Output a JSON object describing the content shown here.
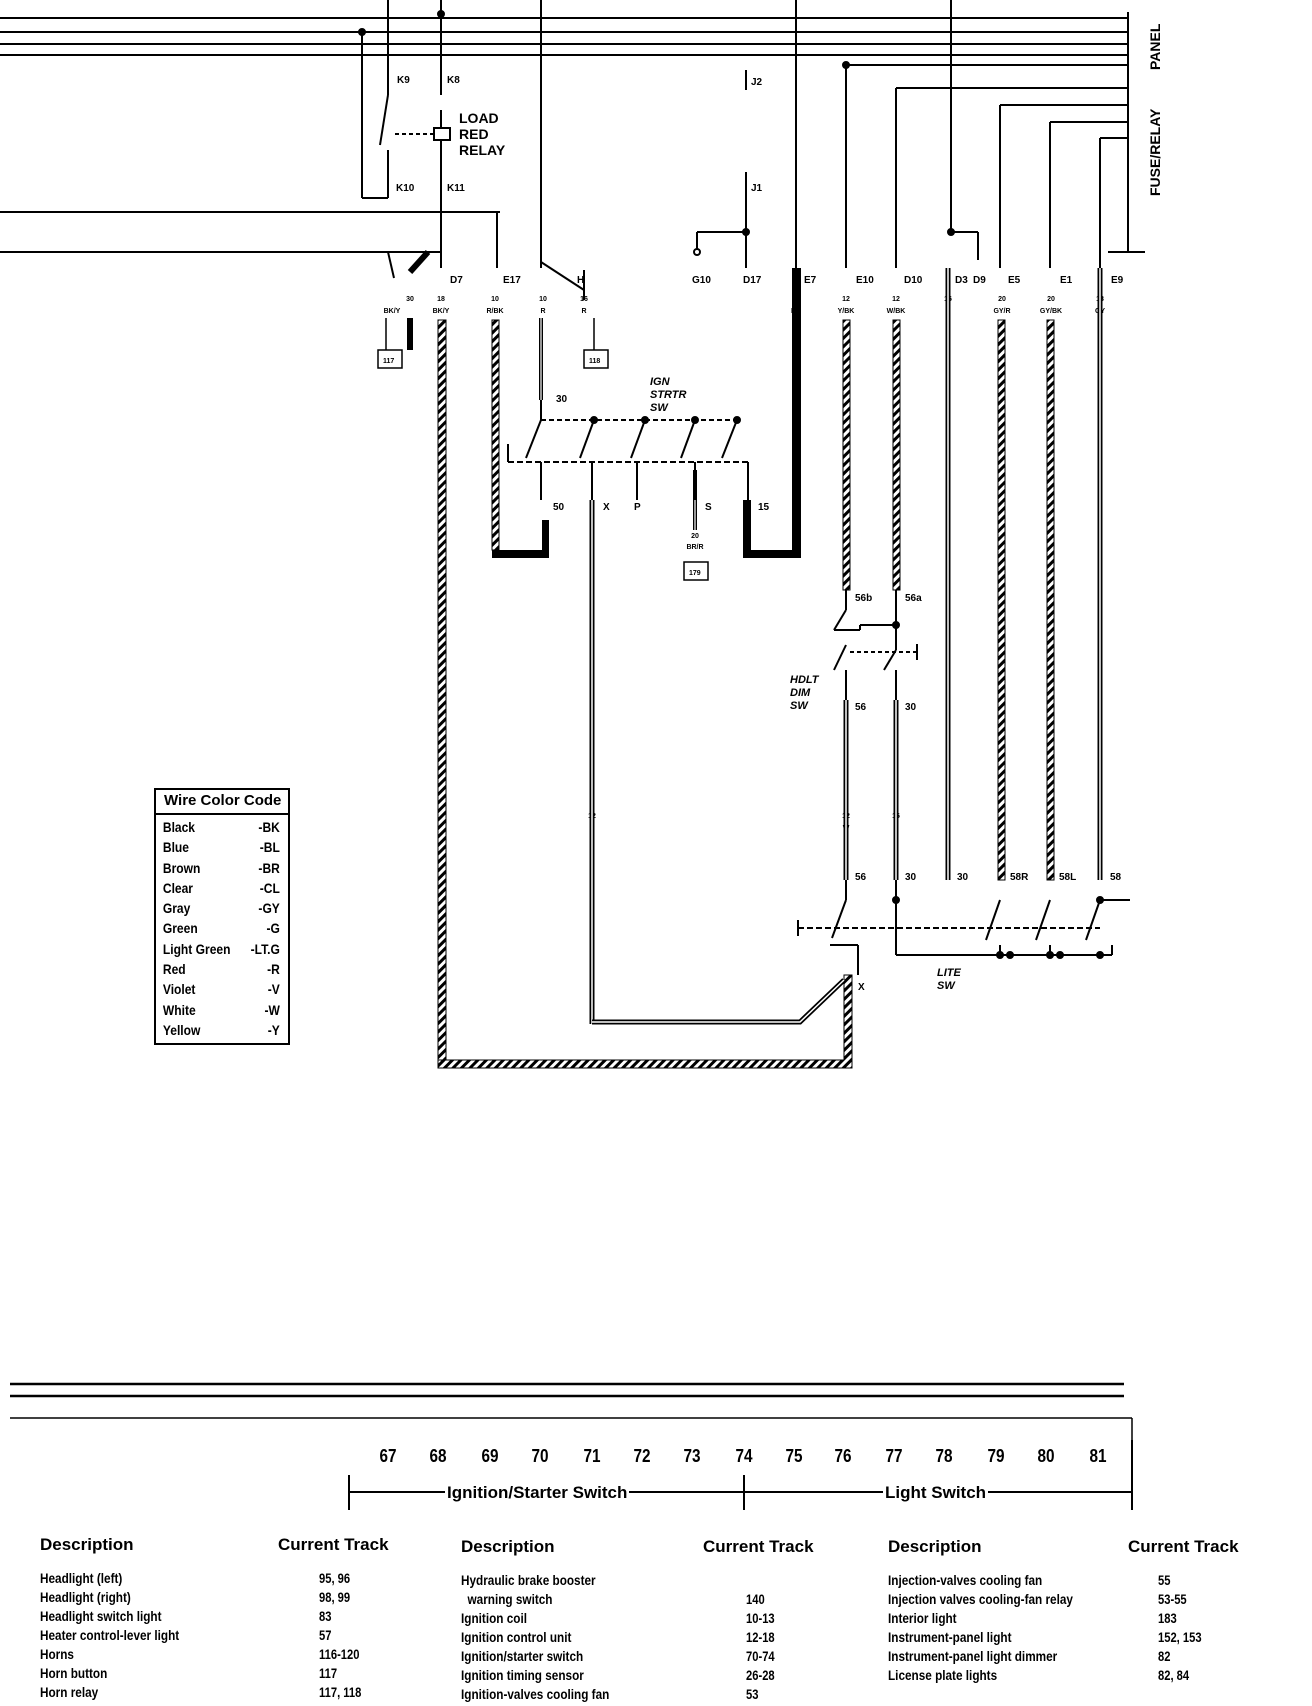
{
  "diagram": {
    "labels": {
      "panel": "PANEL",
      "fuse_relay": "FUSE/RELAY",
      "k9": "K9",
      "k8": "K8",
      "k10": "K10",
      "k11": "K11",
      "relay": [
        "LOAD",
        "RED",
        "RELAY"
      ],
      "j2": "J2",
      "j1": "J1",
      "ign_sw": [
        "IGN",
        "STRTR",
        "SW"
      ],
      "hdlt_sw": [
        "HDLT",
        "DIM",
        "SW"
      ],
      "lite_sw": [
        "LITE",
        "SW"
      ]
    },
    "connectors": {
      "d7": "D7",
      "e17": "E17",
      "h": "H",
      "g10": "G10",
      "d17": "D17",
      "e7": "E7",
      "e10": "E10",
      "d10": "D10",
      "d3": "D3",
      "d9": "D9",
      "e5": "E5",
      "e1": "E1",
      "e9": "E9"
    },
    "wires": {
      "w1": [
        "30",
        "BK/Y"
      ],
      "w2": [
        "18",
        "BK/Y"
      ],
      "w3": [
        "10",
        "R/BK"
      ],
      "w4": [
        "10",
        "R"
      ],
      "w5": [
        "16",
        "R"
      ],
      "w6": [
        "16",
        "BK"
      ],
      "w7": [
        "12",
        "Y/BK"
      ],
      "w8": [
        "12",
        "W/BK"
      ],
      "w9": [
        "16",
        "R"
      ],
      "w10": [
        "20",
        "GY/R"
      ],
      "w11": [
        "20",
        "GY/BK"
      ],
      "w12": [
        "18",
        "GY"
      ],
      "w13": [
        "20",
        "BR/R"
      ],
      "w14": [
        "12",
        "Y"
      ],
      "w15": [
        "12",
        "W"
      ],
      "w16": [
        "16",
        "R"
      ]
    },
    "refs": {
      "r117": "117",
      "r118": "118",
      "r179": "179"
    },
    "terminals": {
      "t30": "30",
      "t50": "50",
      "tx": "X",
      "tp": "P",
      "ts": "S",
      "t15": "15",
      "t56b": "56b",
      "t56a": "56a",
      "t56": "56",
      "t30b": "30",
      "l56": "56",
      "l30a": "30",
      "l30b": "30",
      "l58r": "58R",
      "l58l": "58L",
      "l58": "58",
      "lx": "X"
    }
  },
  "legend": {
    "title": "Wire Color Code",
    "rows": [
      [
        "Black",
        "-BK"
      ],
      [
        "Blue",
        "-BL"
      ],
      [
        "Brown",
        "-BR"
      ],
      [
        "Clear",
        "-CL"
      ],
      [
        "Gray",
        "-GY"
      ],
      [
        "Green",
        "-G"
      ],
      [
        "Light Green",
        "-LT.G"
      ],
      [
        "Red",
        "-R"
      ],
      [
        "Violet",
        "-V"
      ],
      [
        "White",
        "-W"
      ],
      [
        "Yellow",
        "-Y"
      ]
    ]
  },
  "tracks": [
    "67",
    "68",
    "69",
    "70",
    "71",
    "72",
    "73",
    "74",
    "75",
    "76",
    "77",
    "78",
    "79",
    "80",
    "81"
  ],
  "sections": {
    "ignition": "Ignition/Starter Switch",
    "light": "Light Switch"
  },
  "index": {
    "col_headers": {
      "desc": "Description",
      "track": "Current Track"
    },
    "col1": [
      [
        "Headlight (left)",
        "95, 96"
      ],
      [
        "Headlight (right)",
        "98, 99"
      ],
      [
        "Headlight switch light",
        "83"
      ],
      [
        "Heater control-lever light",
        "57"
      ],
      [
        "Horns",
        "116-120"
      ],
      [
        "Horn button",
        "117"
      ],
      [
        "Horn relay",
        "117, 118"
      ]
    ],
    "col2": [
      [
        "Hydraulic brake booster",
        ""
      ],
      [
        "  warning switch",
        "140"
      ],
      [
        "Ignition coil",
        "10-13"
      ],
      [
        "Ignition control unit",
        "12-18"
      ],
      [
        "Ignition/starter switch",
        "70-74"
      ],
      [
        "Ignition timing sensor",
        "26-28"
      ],
      [
        "Ignition-valves cooling fan",
        "53"
      ]
    ],
    "col3": [
      [
        "Injection-valves cooling fan",
        "55"
      ],
      [
        "Injection valves cooling-fan relay",
        "53-55"
      ],
      [
        "Interior light",
        "183"
      ],
      [
        "Instrument-panel light",
        "152, 153"
      ],
      [
        "Instrument-panel light dimmer",
        "82"
      ],
      [
        "License plate lights",
        "82, 84"
      ]
    ]
  }
}
